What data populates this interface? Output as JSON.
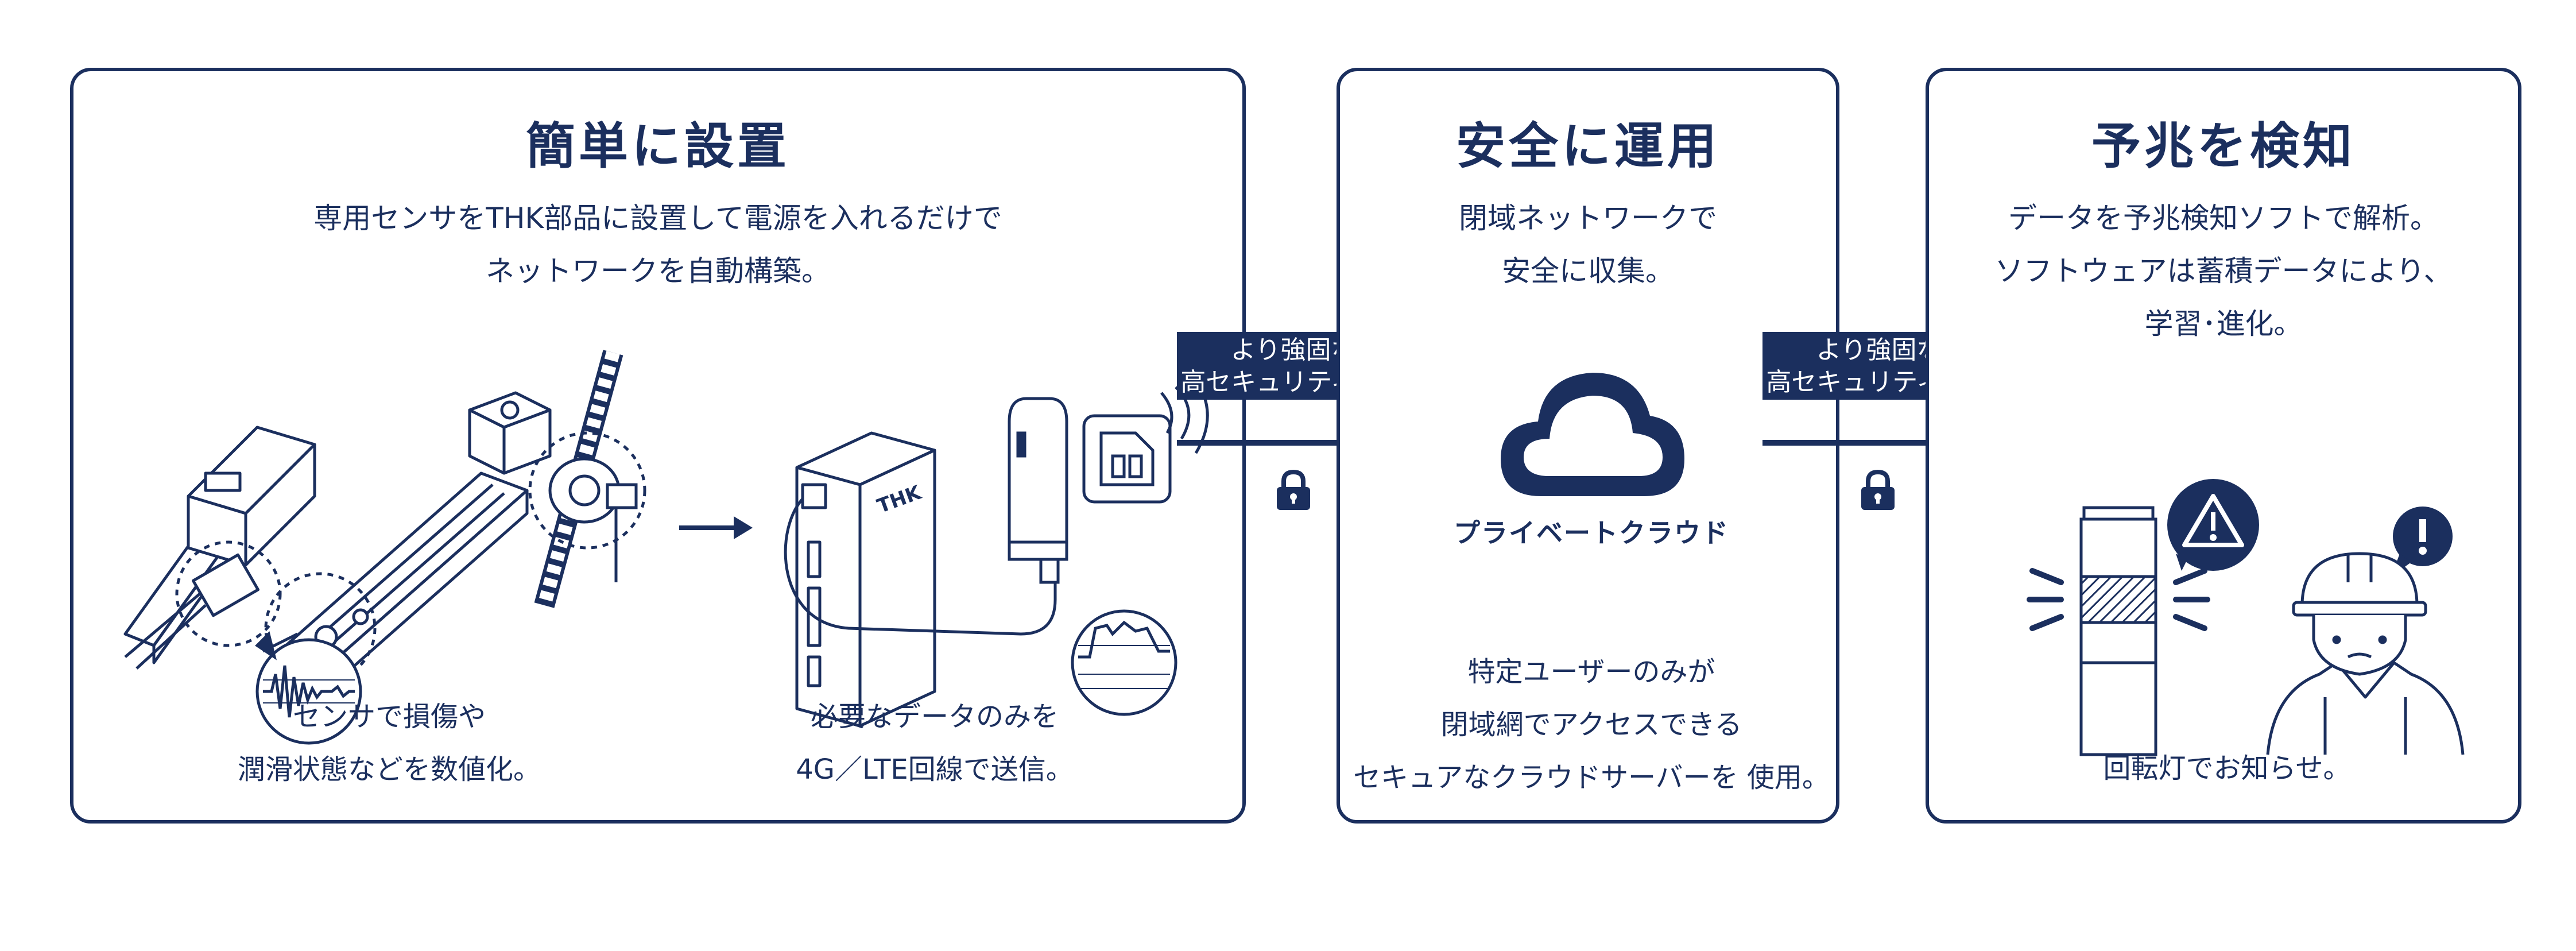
{
  "panels": {
    "setup": {
      "title": "簡単に設置",
      "desc_line1": "専用センサをTHK部品に設置して電源を入れるだけで",
      "desc_line2": "ネットワークを自動構築。",
      "caption_left_line1": "センサで損傷や",
      "caption_left_line2": "潤滑状態などを数値化。",
      "caption_right_line1": "必要なデータのみを",
      "caption_right_line2": "4G／LTE回線で送信。",
      "device_logo": "THK"
    },
    "secure": {
      "title": "安全に運用",
      "desc_line1": "閉域ネットワークで",
      "desc_line2": "安全に収集。",
      "cloud_label": "プライベートクラウド",
      "caption_line1": "特定ユーザーのみが",
      "caption_line2": "閉域網でアクセスできる",
      "caption_line3": "セキュアなクラウドサーバーを 使用。"
    },
    "predict": {
      "title": "予兆を検知",
      "desc_line1": "データを予兆検知ソフトで解析。",
      "desc_line2": "ソフトウェアは蓄積データにより、",
      "desc_line3": "学習･進化。",
      "caption_line1": "回転灯でお知らせ。"
    }
  },
  "banners": [
    {
      "line1": "より強固な",
      "line2": "高セキュリティ通信"
    },
    {
      "line1": "より強固な",
      "line2": "高セキュリティ通信"
    }
  ],
  "icons": {
    "primary_color": "#1b2f5e",
    "items": [
      "lm-guide-icon",
      "actuator-icon",
      "ball-screw-icon",
      "waveform-icon",
      "arrow-right-icon",
      "gateway-device-icon",
      "usb-modem-icon",
      "sim-card-icon",
      "wifi-icon",
      "signal-graph-icon",
      "lock-icon",
      "cloud-icon",
      "warning-triangle-icon",
      "signal-tower-light-icon",
      "exclamation-bubble-icon",
      "worker-icon"
    ]
  }
}
